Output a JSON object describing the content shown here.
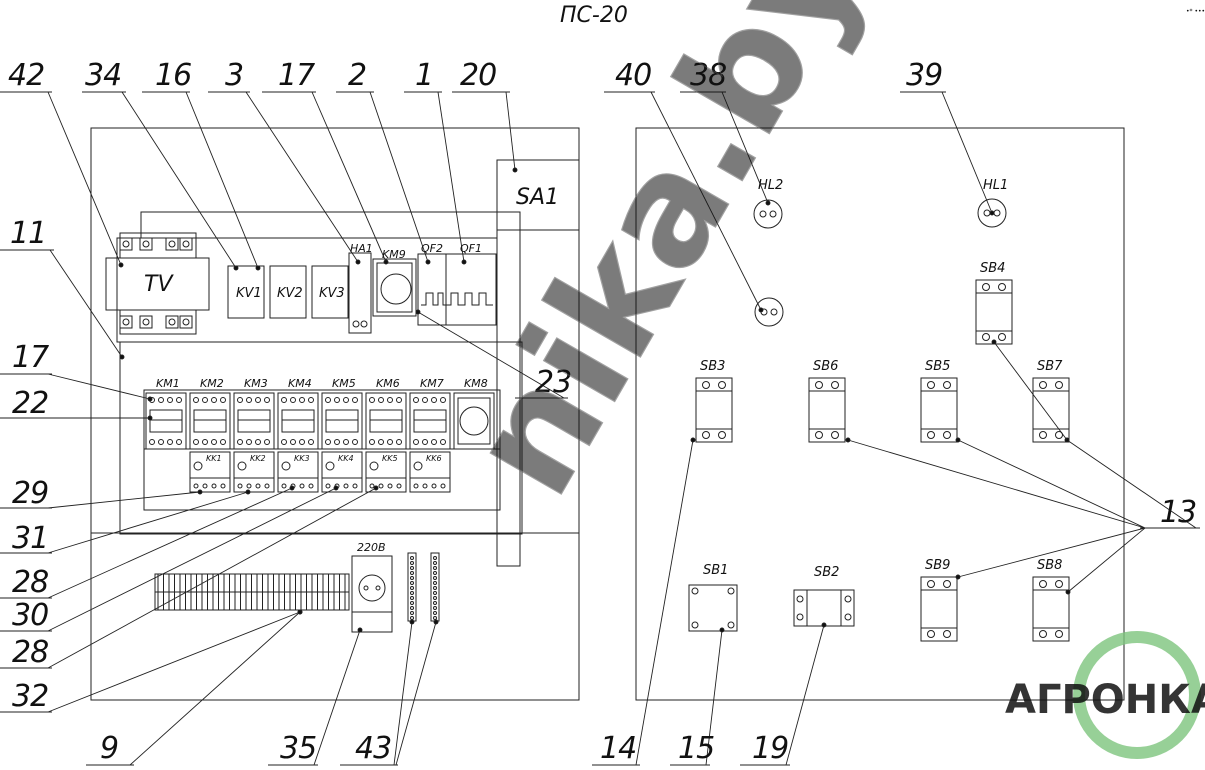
{
  "title": "ПС-20",
  "corner_mark": "•* •••",
  "callouts": [
    "42",
    "34",
    "16",
    "3",
    "17",
    "2",
    "1",
    "20",
    "11",
    "17",
    "22",
    "23",
    "29",
    "31",
    "28",
    "30",
    "28",
    "32",
    "9",
    "35",
    "43",
    "40",
    "38",
    "39",
    "13",
    "14",
    "15",
    "19"
  ],
  "panel_left": {
    "transformer": "TV",
    "switch": "SA1",
    "relays": [
      "KV1",
      "KV2",
      "KV3"
    ],
    "indicator": "HA1",
    "contactor_top": "KM9",
    "breakers": [
      "QF2",
      "QF1"
    ],
    "contactors": [
      "KM1",
      "KM2",
      "KM3",
      "KM4",
      "KM5",
      "KM6",
      "KM7",
      "KM8"
    ],
    "thermal_relays": [
      "KK1",
      "KK2",
      "KK3",
      "KK4",
      "KK5",
      "KK6"
    ],
    "socket": "220В"
  },
  "panel_right": {
    "lamps": [
      "HL2",
      "HL1"
    ],
    "buttons": [
      "SB4",
      "SB3",
      "SB6",
      "SB5",
      "SB7",
      "SB1",
      "SB2",
      "SB9",
      "SB8"
    ]
  },
  "watermark": {
    "site": "nika.by",
    "logo": "АГРОНКА",
    "logo_color": "#7dc47d",
    "site_color": "#555555"
  }
}
